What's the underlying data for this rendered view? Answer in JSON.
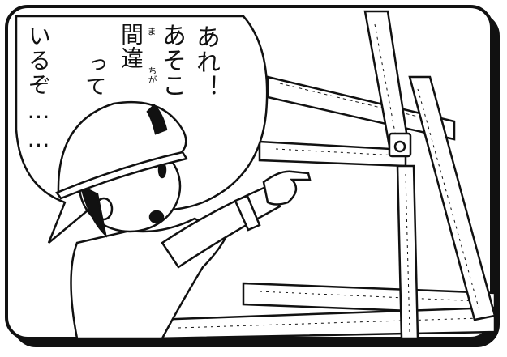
{
  "speech": {
    "line1": "あれ！",
    "line2": "あそこ",
    "line3": "間違",
    "line4": "って",
    "line5": "いるぞ……",
    "ruby1": "ま",
    "ruby2": "ちが"
  }
}
